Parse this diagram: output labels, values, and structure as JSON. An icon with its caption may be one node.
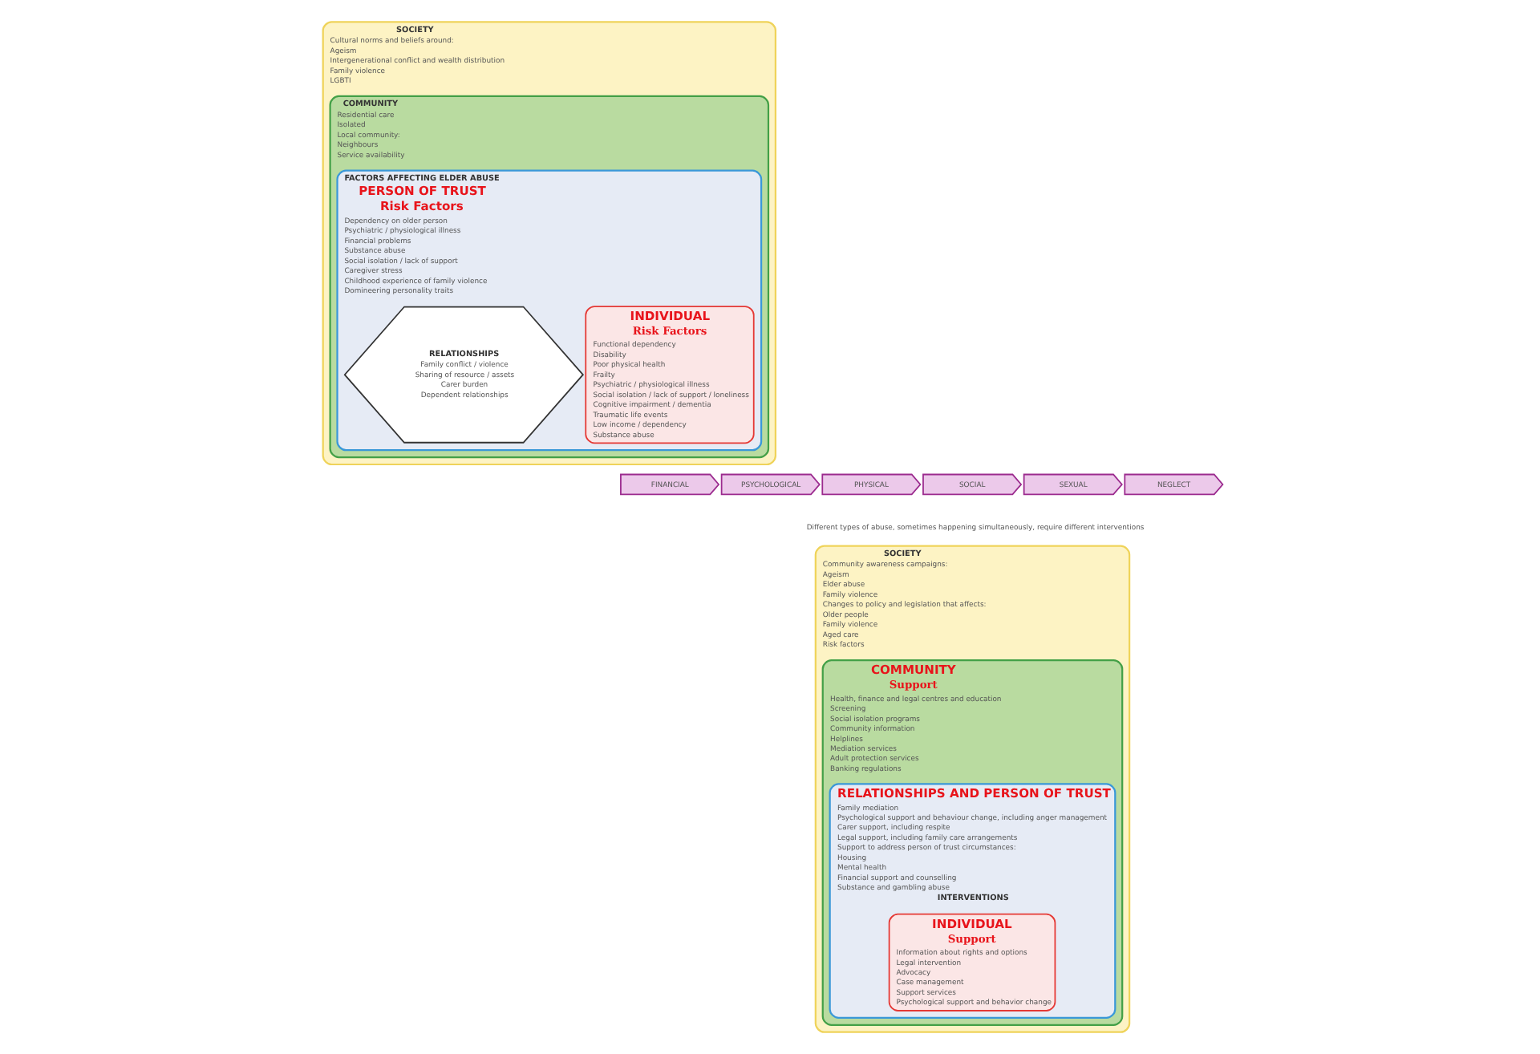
{
  "diagram": {
    "nodes": [
      {
        "text": [
          "SOCIETY",
          "Cultural norms and beliefs around:",
          "Ageism",
          "Intergenerational conflict and wealth distribution",
          "Family violence",
          "LGBTI"
        ]
      },
      {
        "text": [
          "COMMUNITY",
          "Residential care",
          "Isolated",
          "Local community:",
          "Neighbours",
          "Service availability"
        ],
        "in": 0
      },
      {
        "text": [
          "FACTORS AFFECTING ELDER ABUSE",
          "PERSON OF TRUST",
          "Risk Factors",
          "Dependency on older person",
          "Psychiatric / physiological illness",
          "Financial problems",
          "Substance abuse",
          "Social isolation / lack of support",
          "Caregiver stress",
          "Childhood experience of family violence",
          "Domineering personality traits"
        ],
        "in": 1
      },
      {
        "text": [
          "INDIVIDUAL",
          "Risk Factors",
          "Functional dependency",
          "Disability",
          "Poor physical health",
          "Frailty",
          "Psychiatric / physiological illness",
          "Social isolation / lack of support / loneliness",
          "Cognitive impairment / dementia",
          "Traumatic life events",
          "Low income / dependency",
          "Substance abuse"
        ],
        "in": 2
      },
      {
        "text": [
          "RELATIONSHIPS",
          "Family conflict / violence",
          "Sharing of resource / assets",
          "Carer burden",
          "Dependent relationships"
        ],
        "in": 2
      },
      {
        "text": [
          "FINANCIAL"
        ]
      },
      {
        "text": [
          "PSYCHOLOGICAL"
        ]
      },
      {
        "text": [
          "PHYSICAL"
        ]
      },
      {
        "text": [
          "SOCIAL"
        ]
      },
      {
        "text": [
          "SEXUAL"
        ]
      },
      {
        "text": [
          "NEGLECT"
        ]
      },
      {
        "text": [
          "SOCIETY",
          "Community awareness campaigns:",
          "Ageism",
          "Elder abuse",
          "Family violence",
          "Changes to policy and legislation that affects:",
          "Older people",
          "Family violence",
          "Aged care",
          "Risk factors"
        ]
      },
      {
        "text": [
          "COMMUNITY",
          "Support",
          "Health, finance and legal centres and education",
          "Screening",
          "Social isolation programs",
          "Community information",
          "Helplines",
          "Mediation services",
          "Adult protection services",
          "Banking regulations"
        ],
        "in": 11
      },
      {
        "text": [
          "RELATIONSHIPS AND PERSON OF TRUST",
          "Family mediation",
          "Psychological support and behaviour change, including anger management",
          "Carer support, including respite",
          "Legal support, including family care arrangements",
          "Support to address person of trust circumstances:",
          "Housing",
          "Mental health",
          "Financial support and counselling",
          "Substance and gambling abuse",
          "INTERVENTIONS"
        ],
        "in": 12
      },
      {
        "text": [
          "INDIVIDUAL",
          "Support",
          "Information about rights and options",
          "Legal intervention",
          "Advocacy",
          "Case management",
          "Support services",
          "Psychological support and behavior change"
        ],
        "in": 13
      }
    ],
    "labels": [
      "Different types of abuse, sometimes happening simultaneously, require different interventions"
    ]
  }
}
